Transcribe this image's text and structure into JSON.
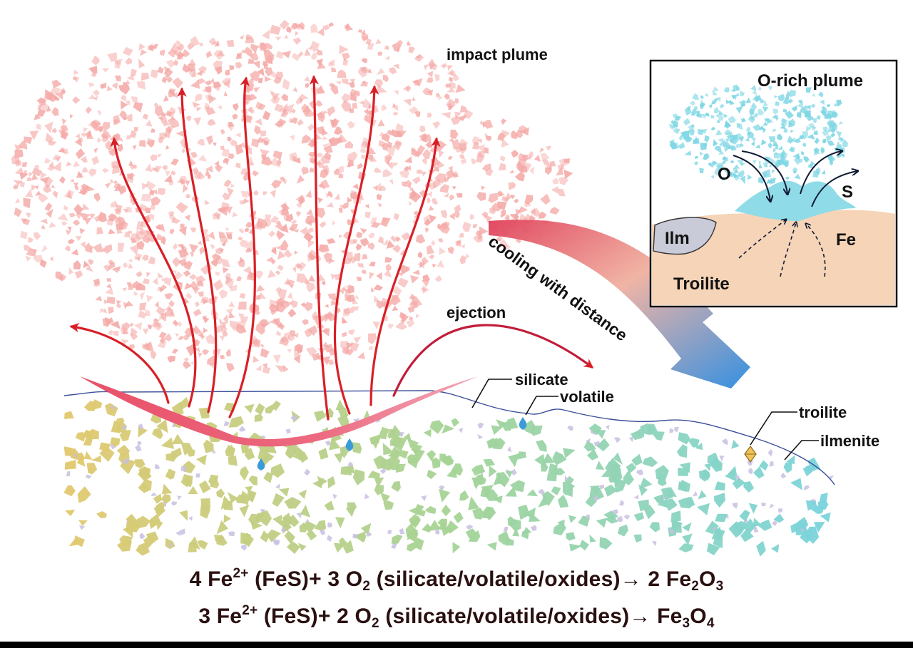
{
  "labels": {
    "impact_plume": "impact plume",
    "ejection": "ejection",
    "cooling": "cooling with distance",
    "silicate": "silicate",
    "volatile": "volatile",
    "troilite": "troilite",
    "ilmenite": "ilmenite"
  },
  "inset": {
    "title": "O-rich plume",
    "o": "O",
    "s": "S",
    "ilm": "Ilm",
    "fe": "Fe",
    "troilite": "Troilite"
  },
  "equations": [
    {
      "coef1": "4 Fe",
      "sup1": "2+",
      "mid1": " (FeS)+ 3 O",
      "sub1": "2",
      "mid2": " (silicate/volatile/oxides)",
      "arrow": "→",
      "prod_a": " 2 Fe",
      "sub2": "2",
      "prod_b": "O",
      "sub3": "3"
    },
    {
      "coef1": "3 Fe",
      "sup1": "2+",
      "mid1": " (FeS)+ 2 O",
      "sub1": "2",
      "mid2": " (silicate/volatile/oxides)",
      "arrow": "→",
      "prod_a": " Fe",
      "sub2": "3",
      "prod_b": "O",
      "sub3": "4"
    }
  ],
  "colors": {
    "plume": "#f4a9a6",
    "arrow_red": "#d81f26",
    "ejecta_arc": "#ec5a70",
    "inset_plume": "#7dd6e4",
    "inset_ground": "#f6d4b8",
    "ilmenite": "#c9cbd8",
    "droplet": "#3a9bd8"
  }
}
